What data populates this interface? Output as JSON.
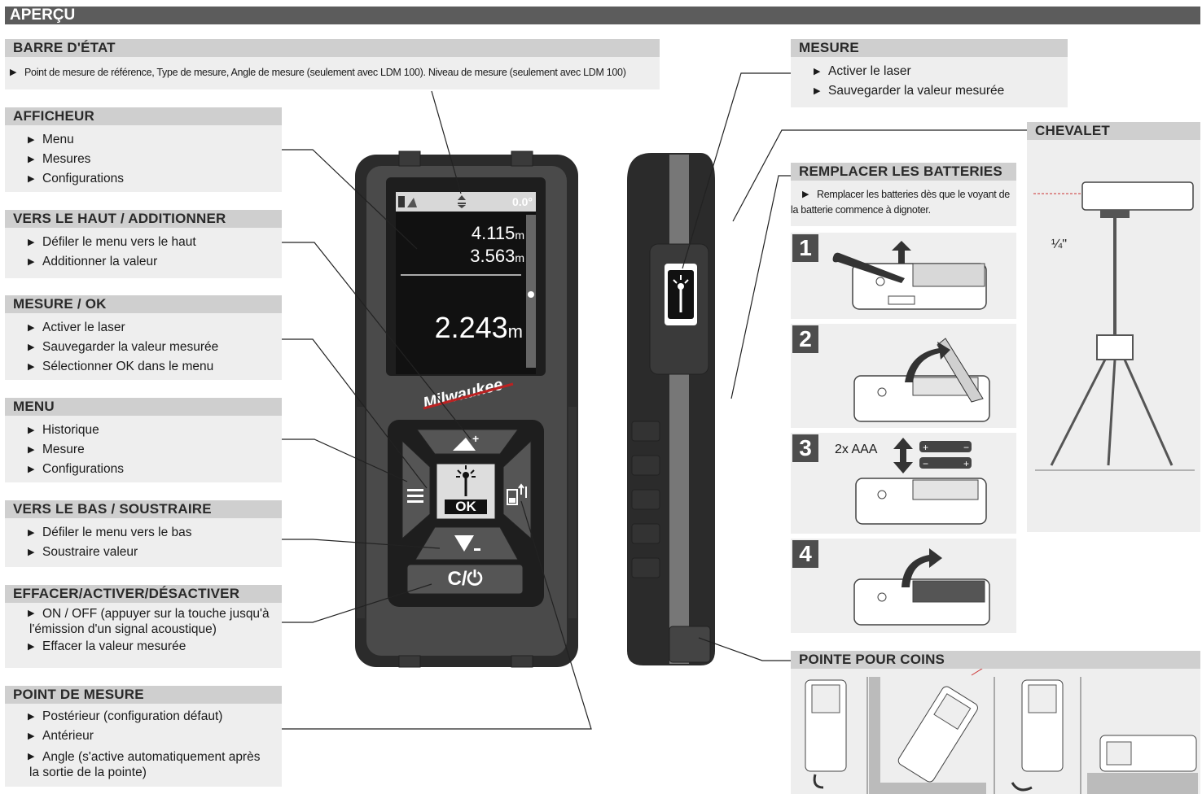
{
  "page": {
    "title": "APERÇU"
  },
  "sections": {
    "barre": {
      "title": "BARRE D'ÉTAT",
      "items": [
        "Point de mesure de référence, Type de mesure, Angle de mesure (seulement avec LDM 100). Niveau de mesure (seulement avec LDM 100)"
      ]
    },
    "afficheur": {
      "title": "AFFICHEUR",
      "items": [
        "Menu",
        "Mesures",
        "Configurations"
      ]
    },
    "haut": {
      "title": "VERS LE HAUT / ADDITIONNER",
      "items": [
        "Défiler le menu vers le haut",
        "Additionner la valeur"
      ]
    },
    "mesure_ok": {
      "title": "MESURE / OK",
      "items": [
        "Activer le laser",
        "Sauvegarder la valeur mesurée",
        "Sélectionner OK dans le menu"
      ]
    },
    "menu": {
      "title": "MENU",
      "items": [
        "Historique",
        "Mesure",
        "Configurations"
      ]
    },
    "bas": {
      "title": "VERS LE BAS / SOUSTRAIRE",
      "items": [
        "Défiler le menu  vers le bas",
        "Soustraire valeur"
      ]
    },
    "effacer": {
      "title": "EFFACER/ACTIVER/DÉSACTIVER",
      "items": [
        "ON / OFF (appuyer sur la touche jusqu'à",
        "l'émission d'un signal acoustique)",
        "Effacer la valeur mesurée"
      ]
    },
    "point": {
      "title": "POINT DE MESURE",
      "items": [
        "Postérieur (configuration défaut)",
        "Antérieur",
        "Angle (s'active automatiquement après",
        "la sortie de la pointe)"
      ]
    },
    "mesure_r": {
      "title": "MESURE",
      "items": [
        "Activer le laser",
        "Sauvegarder la valeur mesurée"
      ]
    },
    "batteries": {
      "title": "REMPLACER LES BATTERIES",
      "items": [
        "Remplacer les batteries dès que le voyant de",
        "la batterie commence à dignoter."
      ]
    },
    "chevalet": {
      "title": "CHEVALET",
      "thread": "¼\""
    },
    "pointe": {
      "title": "POINTE POUR COINS"
    }
  },
  "steps": {
    "s1": "1",
    "s2": "2",
    "s3": "3",
    "s4": "4",
    "aaa": "2x AAA"
  },
  "device": {
    "angle": "0.0°",
    "line1": "4.115",
    "line2": "3.563",
    "main": "2.243",
    "unit": "m",
    "brand": "Milwaukee",
    "ok": "OK",
    "clear_key": "C/⏻"
  },
  "icons": [
    "tri-up-plus-icon",
    "menu-lines-icon",
    "laser-icon",
    "measure-point-icon",
    "tri-down-minus-icon",
    "clear-power-icon"
  ]
}
